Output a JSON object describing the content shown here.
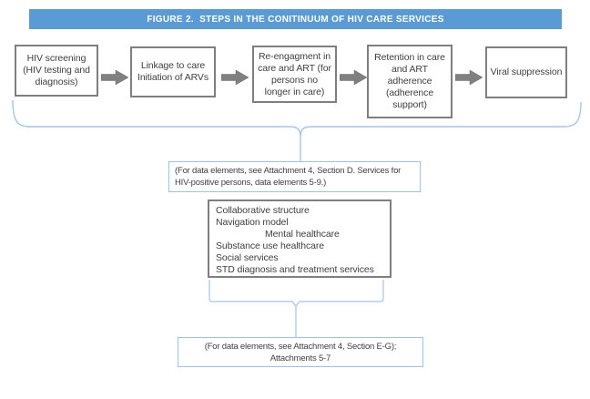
{
  "title": "FIGURE 2.  STEPS IN THE CONITINUUM OF HIV CARE SERVICES",
  "flow": {
    "boxes": [
      {
        "text": "HIV screening\n(HIV testing and\ndiagnosis)"
      },
      {
        "text": "Linkage to care\nInitiation of ARVs"
      },
      {
        "text": "Re-engagment in\ncare and ART (for\npersons no\nlonger in care)"
      },
      {
        "text": "Retention in care\nand ART\nadherence\n(adherence\nsupport)"
      },
      {
        "text": "Viral suppression"
      }
    ]
  },
  "annotations": {
    "attachment_note_top": "(For data elements, see Attachment 4, Section D. Services for\nHIV-positive persons, data elements 5-9.)",
    "services_list": [
      "Collaborative structure",
      "Navigation model",
      "Mental healthcare",
      "Substance use healthcare",
      "Social services",
      "STD diagnosis and treatment services"
    ],
    "attachment_note_bottom": "(For data elements, see Attachment 4, Section E-G);\nAttachments 5-7"
  },
  "icons": {
    "arrow": "block-arrow-right-icon",
    "brace": "curly-brace-down-icon",
    "bracket": "bracket-down-icon"
  },
  "colors": {
    "title_bg": "#5b9bd5",
    "title_text": "#ffffff",
    "box_border": "#7f7f7f",
    "text": "#3f3f3f",
    "arrow_fill": "#808080",
    "connector_blue": "#a3c4e9",
    "note_border": "#9cc2e5"
  }
}
